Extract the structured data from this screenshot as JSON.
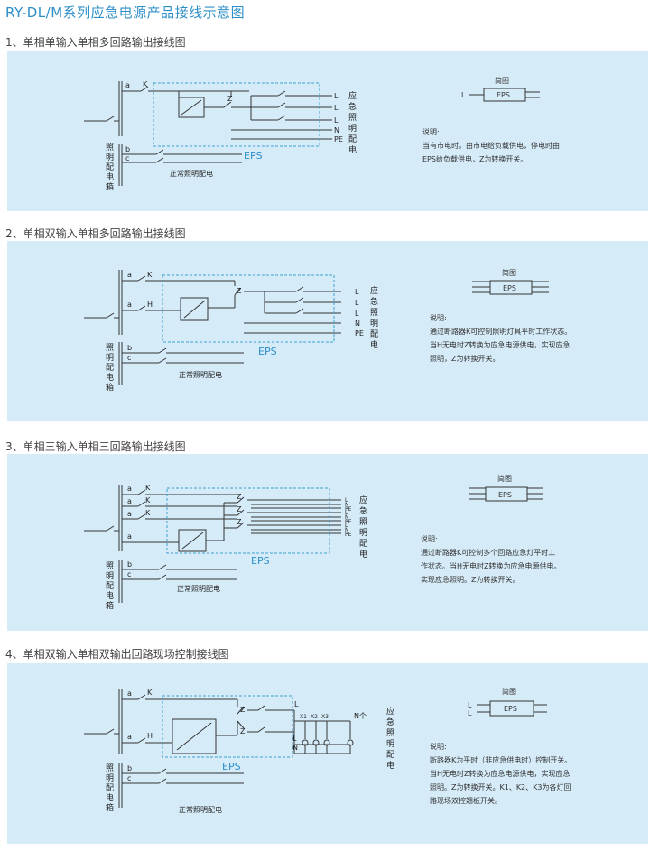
{
  "page": {
    "title": "RY-DL/M系列应急电源产品接线示意图"
  },
  "sections": [
    {
      "title": "1、单相单输入单相多回路输出接线图",
      "box_label": "EPS",
      "switch_labels": [
        "a",
        "K"
      ],
      "outputs": [
        "L",
        "L",
        "L",
        "N",
        "PE"
      ],
      "output_vertical": [
        "应",
        "急",
        "照",
        "明",
        "配",
        "电"
      ],
      "side_vertical": [
        "照",
        "明",
        "配",
        "电",
        "箱"
      ],
      "feed_labels": [
        "b",
        "c"
      ],
      "feed_caption": "正常照明配电",
      "z_labels": [
        "Z"
      ],
      "simple_title": "简图",
      "simple_box": "EPS",
      "simple_left": "L",
      "desc_label": "说明:",
      "desc_lines": [
        "当有市电时，由市电给负载供电，停电时由",
        "EPS给负载供电，Z为转换开关。"
      ]
    },
    {
      "title": "2、单相双输入单相多回路输出接线图",
      "box_label": "EPS",
      "switch_labels": [
        "a",
        "K",
        "a",
        "H"
      ],
      "outputs": [
        "L",
        "L",
        "L",
        "N",
        "PE"
      ],
      "output_vertical": [
        "应",
        "急",
        "照",
        "明",
        "配",
        "电"
      ],
      "side_vertical": [
        "照",
        "明",
        "配",
        "电",
        "箱"
      ],
      "feed_labels": [
        "b",
        "c"
      ],
      "feed_caption": "正常照明配电",
      "z_labels": [
        "Z"
      ],
      "simple_title": "简图",
      "simple_box": "EPS",
      "desc_label": "说明:",
      "desc_lines": [
        "通过断路器K可控制照明灯具平时工作状态。",
        "当H无电时Z转换为应急电源供电，实现应急",
        "照明，Z为转换开关。"
      ]
    },
    {
      "title": "3、单相三输入单相三回路输出接线图",
      "box_label": "EPS",
      "switch_labels": [
        "a",
        "K",
        "a",
        "K",
        "a",
        "K",
        "a"
      ],
      "outputs": [
        "L",
        "N",
        "PE",
        "L",
        "N",
        "PE",
        "L",
        "N",
        "PE"
      ],
      "output_vertical": [
        "应",
        "急",
        "照",
        "明",
        "配",
        "电"
      ],
      "side_vertical": [
        "照",
        "明",
        "配",
        "电",
        "箱"
      ],
      "feed_labels": [
        "b",
        "c"
      ],
      "feed_caption": "正常照明配电",
      "z_labels": [
        "Z",
        "Z",
        "Z"
      ],
      "simple_title": "简图",
      "simple_box": "EPS",
      "desc_label": "说明:",
      "desc_lines": [
        "通过断路器K可控制多个回路应急灯平时工",
        "作状态。当H无电时Z转换为应急电源供电。",
        "实现应急照明。Z为转换开关。"
      ]
    },
    {
      "title": "4、单相双输入单相双输出回路现场控制接线图",
      "box_label": "EPS",
      "switch_labels": [
        "a",
        "K",
        "a",
        "H"
      ],
      "outputs_top": [
        "L",
        "L",
        "N"
      ],
      "x_labels": [
        "X1",
        "X2",
        "X3"
      ],
      "n_label": "N个",
      "output_vertical": [
        "应",
        "急",
        "照",
        "明",
        "配",
        "电"
      ],
      "side_vertical": [
        "照",
        "明",
        "配",
        "电",
        "箱"
      ],
      "feed_labels": [
        "b",
        "c"
      ],
      "feed_caption": "正常照明配电",
      "z_labels": [
        "Z",
        "Z"
      ],
      "simple_title": "简图",
      "simple_box": "EPS",
      "simple_left": [
        "L",
        "L"
      ],
      "desc_label": "说明:",
      "desc_lines": [
        "断路器K为平时（非应急供电时）控制开关。",
        "当H无电时Z转换为应急电源供电，实现应急",
        "照明。Z为转换开关。K1、K2、K3为各灯回",
        "路现场双控翘板开关。"
      ]
    }
  ]
}
